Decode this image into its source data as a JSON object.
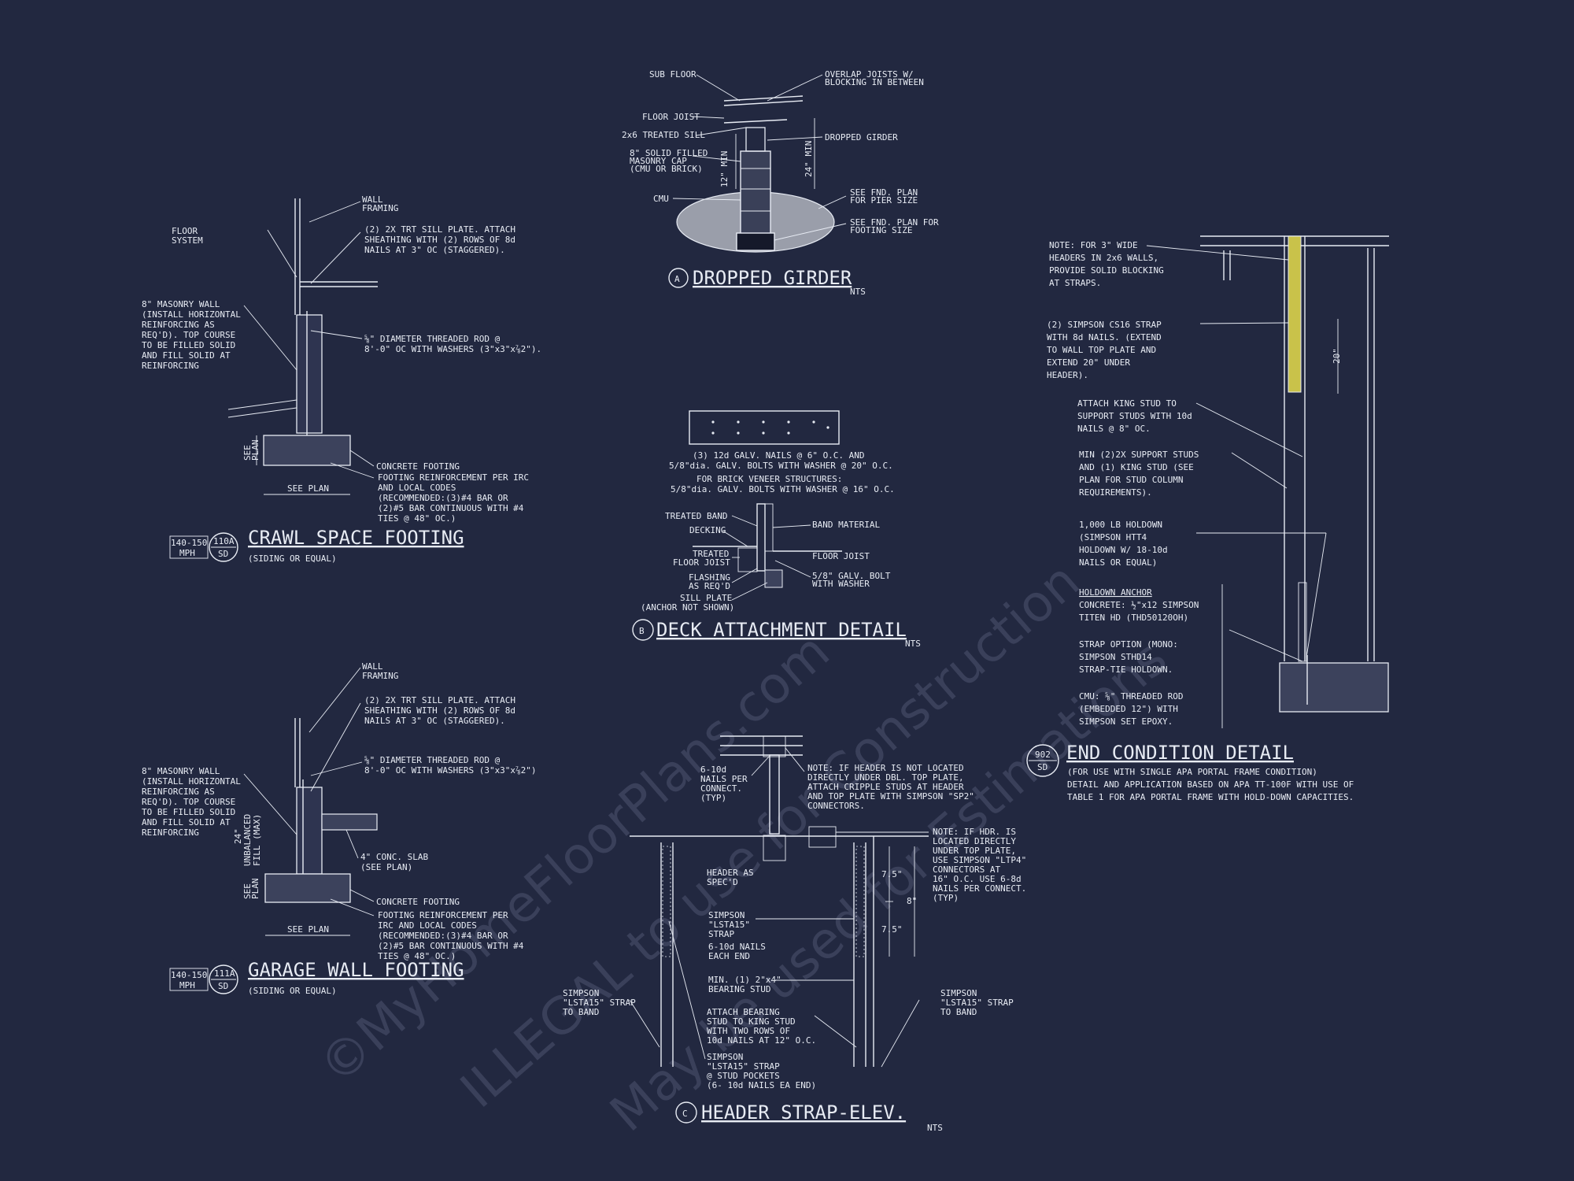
{
  "watermark": {
    "line1": "©MyHomeFloorPlans.com",
    "line2": "ILLEGAL to use for Construction",
    "line3": "May be used for Estimations"
  },
  "dropped_girder": {
    "callout": "A",
    "title": "DROPPED GIRDER",
    "scale": "NTS",
    "labels": {
      "sub_floor": "SUB FLOOR",
      "overlap": [
        "OVERLAP JOISTS W/",
        "BLOCKING IN BETWEEN"
      ],
      "floor_joist": "FLOOR JOIST",
      "treated_sill": "2x6 TREATED SILL",
      "dropped_girder": "DROPPED GIRDER",
      "solid_filled": [
        "8\" SOLID FILLED",
        "MASONRY CAP",
        "(CMU OR BRICK)"
      ],
      "cmu": "CMU",
      "dim_12": "12\" MIN",
      "dim_24": "24\" MIN",
      "pier_size": [
        "SEE FND. PLAN",
        "FOR PIER SIZE"
      ],
      "footing_size": [
        "SEE FND. PLAN FOR",
        "FOOTING SIZE"
      ]
    }
  },
  "crawl_space": {
    "title": "CRAWL SPACE FOOTING",
    "subtitle": "(SIDING OR EQUAL)",
    "wind": [
      "140-150",
      "MPH"
    ],
    "callout": [
      "110A",
      "SD"
    ],
    "labels": {
      "wall_framing": [
        "WALL",
        "FRAMING"
      ],
      "floor_system": [
        "FLOOR",
        "SYSTEM"
      ],
      "sill_plate": [
        "(2) 2X TRT SILL PLATE. ATTACH",
        "SHEATHING WITH (2) ROWS OF 8d",
        "NAILS AT 3\" OC (STAGGERED)."
      ],
      "masonry": [
        "8\" MASONRY WALL",
        "(INSTALL HORIZONTAL",
        "REINFORCING AS",
        "REQ'D). TOP COURSE",
        "TO BE FILLED SOLID",
        "AND FILL SOLID AT",
        "REINFORCING"
      ],
      "rod": [
        "⅝\" DIAMETER THREADED ROD @",
        "8'-0\" OC WITH WASHERS (3\"x3\"x⅞2\")."
      ],
      "concrete_footing": "CONCRETE FOOTING",
      "reinforcement": [
        "FOOTING REINFORCEMENT PER IRC",
        "AND LOCAL CODES",
        "(RECOMMENDED:(3)#4 BAR OR",
        "(2)#5 BAR CONTINUOUS WITH #4",
        "TIES @ 48\" OC.)"
      ],
      "see_plan": "SEE PLAN",
      "see_plan_v": [
        "SEE",
        "PLAN"
      ]
    }
  },
  "garage_wall": {
    "title": "GARAGE WALL FOOTING",
    "subtitle": "(SIDING OR EQUAL)",
    "wind": [
      "140-150",
      "MPH"
    ],
    "callout": [
      "111A",
      "SD"
    ],
    "labels": {
      "wall_framing": [
        "WALL",
        "FRAMING"
      ],
      "sill_plate": [
        "(2) 2X TRT SILL PLATE. ATTACH",
        "SHEATHING WITH (2) ROWS OF 8d",
        "NAILS AT 3\" OC (STAGGERED)."
      ],
      "masonry": [
        "8\" MASONRY WALL",
        "(INSTALL HORIZONTAL",
        "REINFORCING AS",
        "REQ'D). TOP COURSE",
        "TO BE FILLED SOLID",
        "AND FILL SOLID AT",
        "REINFORCING"
      ],
      "rod": [
        "⅝\" DIAMETER THREADED ROD @",
        "8'-0\" OC WITH WASHERS (3\"x3\"x⅞2\")"
      ],
      "slab": [
        "4\" CONC. SLAB",
        "(SEE PLAN)"
      ],
      "concrete_footing": "CONCRETE FOOTING",
      "reinforcement": [
        "FOOTING REINFORCEMENT PER",
        "IRC AND LOCAL CODES",
        "(RECOMMENDED:(3)#4 BAR OR",
        "(2)#5 BAR CONTINUOUS WITH #4",
        "TIES @ 48\" OC.)"
      ],
      "see_plan": "SEE PLAN",
      "see_plan_v": [
        "SEE",
        "PLAN"
      ],
      "unbalanced": [
        "24\"",
        "UNBALANCED",
        "FILL (MAX)"
      ]
    }
  },
  "deck": {
    "callout": "B",
    "title": "DECK ATTACHMENT DETAIL",
    "scale": "NTS",
    "notes": [
      "(3) 12d GALV. NAILS @ 6\" O.C. AND",
      "5/8\"dia. GALV. BOLTS WITH WASHER @ 20\" O.C.",
      "FOR BRICK VENEER STRUCTURES:",
      "5/8\"dia. GALV. BOLTS WITH WASHER @ 16\" O.C."
    ],
    "labels": {
      "treated_band": "TREATED BAND",
      "decking": "DECKING",
      "treated_joist": [
        "TREATED",
        "FLOOR JOIST"
      ],
      "flashing": [
        "FLASHING",
        "AS REQ'D"
      ],
      "sill_plate": [
        "SILL PLATE",
        "(ANCHOR NOT SHOWN)"
      ],
      "band_material": "BAND MATERIAL",
      "floor_joist": "FLOOR JOIST",
      "bolt": [
        "5/8\" GALV. BOLT",
        "WITH WASHER"
      ]
    }
  },
  "header_strap": {
    "callout": "C",
    "title": "HEADER STRAP-ELEV.",
    "scale": "NTS",
    "labels": {
      "nails": [
        "6-10d",
        "NAILS PER",
        "CONNECT.",
        "(TYP)"
      ],
      "note1": [
        "NOTE: IF HEADER IS NOT LOCATED",
        "DIRECTLY UNDER DBL. TOP PLATE,",
        "ATTACH CRIPPLE STUDS AT HEADER",
        "AND TOP PLATE WITH SIMPSON \"SP2\"",
        "CONNECTORS."
      ],
      "note2": [
        "NOTE: IF HDR. IS",
        "LOCATED DIRECTLY",
        "UNDER TOP PLATE,",
        "USE SIMPSON \"LTP4\"",
        "CONNECTORS AT",
        "16\" O.C.  USE 6-8d",
        "NAILS PER CONNECT.",
        "(TYP)"
      ],
      "header": [
        "HEADER AS",
        "SPEC'D"
      ],
      "strap": [
        "SIMPSON",
        "\"LSTA15\"",
        "STRAP"
      ],
      "nails_each": [
        "6-10d NAILS",
        "EACH END"
      ],
      "bearing": [
        "MIN. (1) 2\"x4\"",
        "BEARING STUD"
      ],
      "attach": [
        "ATTACH BEARING",
        "STUD TO KING STUD",
        "WITH TWO ROWS OF",
        "10d NAILS AT 12\" O.C."
      ],
      "pockets": [
        "SIMPSON",
        "\"LSTA15\" STRAP",
        "@ STUD POCKETS",
        "(6- 10d NAILS EA END)"
      ],
      "left_strap": [
        "SIMPSON",
        "\"LSTA15\" STRAP",
        "TO BAND"
      ],
      "right_strap": [
        "SIMPSON",
        "\"LSTA15\" STRAP",
        "TO BAND"
      ],
      "dim_a": "7.5\"",
      "dim_b": "8\"",
      "dim_c": "7.5\""
    }
  },
  "end_condition": {
    "callout": [
      "902",
      "SD"
    ],
    "title": "END CONDITION DETAIL",
    "subtitle": [
      "(FOR USE WITH SINGLE APA PORTAL FRAME CONDITION)",
      "DETAIL AND APPLICATION BASED ON APA TT-100F WITH USE OF",
      "TABLE 1 FOR APA PORTAL FRAME WITH HOLD-DOWN CAPACITIES."
    ],
    "labels": {
      "note": [
        "NOTE: FOR 3\" WIDE",
        "HEADERS IN 2x6 WALLS,",
        "PROVIDE SOLID BLOCKING",
        "AT STRAPS."
      ],
      "cs16": [
        "(2) SIMPSON CS16 STRAP",
        "WITH 8d NAILS. (EXTEND",
        "TO WALL TOP PLATE AND",
        "EXTEND 20\" UNDER",
        "HEADER)."
      ],
      "king": [
        "ATTACH KING STUD TO",
        "SUPPORT STUDS WITH 10d",
        "NAILS @ 8\" OC."
      ],
      "support": [
        "MIN (2)2X SUPPORT STUDS",
        "AND (1) KING STUD (SEE",
        "PLAN FOR STUD COLUMN",
        "REQUIREMENTS)."
      ],
      "holdown": [
        "1,000 LB HOLDOWN",
        "(SIMPSON HTT4",
        "HOLDOWN W/ 18-10d",
        "NAILS OR EQUAL)"
      ],
      "anchor_title": "HOLDOWN ANCHOR",
      "anchor1": [
        "CONCRETE: ½\"x12 SIMPSON",
        "TITEN HD (THD50120OH)"
      ],
      "anchor2": [
        "STRAP OPTION (MONO:",
        "SIMPSON STHD14",
        "STRAP-TIE HOLDOWN."
      ],
      "anchor3": [
        "CMU: ⅝\" THREADED ROD",
        "(EMBEDDED 12\") WITH",
        "SIMPSON SET EPOXY."
      ],
      "dim": "20\""
    }
  }
}
